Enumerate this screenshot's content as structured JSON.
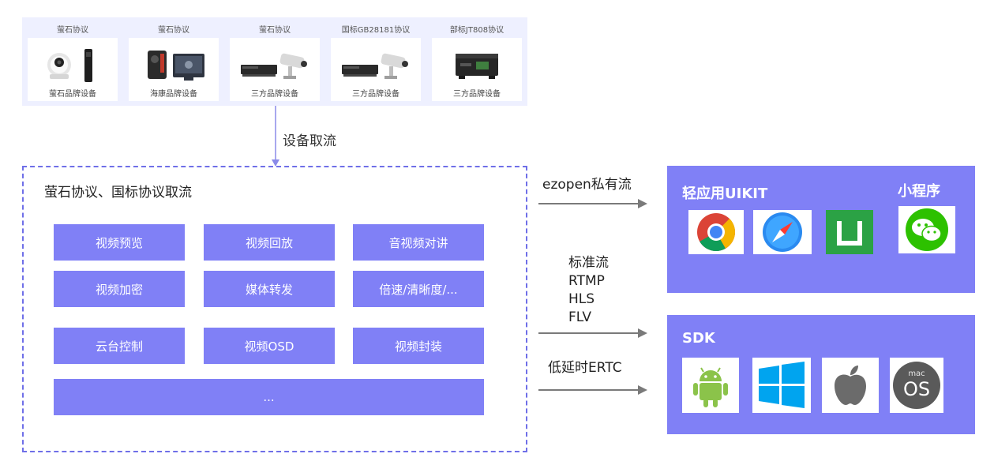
{
  "devices": [
    {
      "protocol": "萤石协议",
      "label": "萤石品牌设备",
      "icon": "camera-device-icon"
    },
    {
      "protocol": "萤石协议",
      "label": "海康品牌设备",
      "icon": "bodycam-device-icon"
    },
    {
      "protocol": "萤石协议",
      "label": "三方品牌设备",
      "icon": "nvr-camera-icon"
    },
    {
      "protocol": "国标GB28181协议",
      "label": "三方品牌设备",
      "icon": "nvr-camera-icon"
    },
    {
      "protocol": "部标JT808协议",
      "label": "三方品牌设备",
      "icon": "vehicle-terminal-icon"
    }
  ],
  "flow_label": "设备取流",
  "stream_box": {
    "title": "萤石协议、国标协议取流",
    "functions": [
      "视频预览",
      "视频回放",
      "音视频对讲",
      "视频加密",
      "媒体转发",
      "倍速/清晰度/...",
      "云台控制",
      "视频OSD",
      "视频封装",
      "..."
    ]
  },
  "arrows": {
    "ezopen": "ezopen私有流",
    "standard": [
      "标准流",
      "RTMP",
      "HLS",
      "FLV"
    ],
    "ertc": "低延时ERTC"
  },
  "uikit_panel": {
    "title": "轻应用UIKIT",
    "miniapp_title": "小程序",
    "icons": [
      "chrome-icon",
      "safari-icon",
      "uni-app-icon",
      "wechat-icon"
    ]
  },
  "sdk_panel": {
    "title": "SDK",
    "icons": [
      "android-icon",
      "windows-icon",
      "apple-icon",
      "macos-icon"
    ],
    "macos_small": "mac",
    "macos_big": "OS"
  },
  "colors": {
    "accent": "#8080f6",
    "panel_bg": "#eef0ff",
    "dashed_border": "#6f6fe8",
    "arrow": "#7a7a7a"
  }
}
